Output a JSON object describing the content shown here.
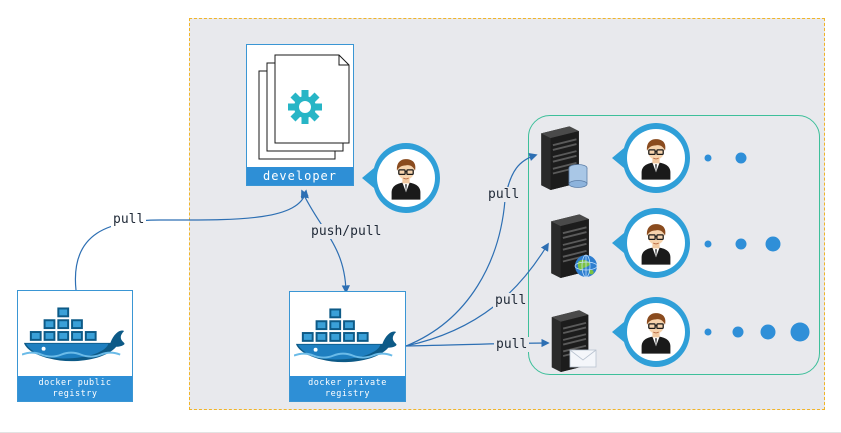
{
  "developer_box": {
    "label": "developer"
  },
  "public_registry": {
    "label_line1": "docker public",
    "label_line2": "registry"
  },
  "private_registry": {
    "label_line1": "docker private",
    "label_line2": "registry"
  },
  "edges": {
    "public_to_developer": "pull",
    "developer_private": "push/pull",
    "private_to_server1": "pull",
    "private_to_server2": "pull",
    "private_to_server3": "pull"
  },
  "colors": {
    "accent_blue": "#2e8fd6",
    "teal": "#3dbf9a",
    "dashed_border": "#f0b429",
    "zone_bg": "#e8e9ed",
    "bubble": "#2f9fd8",
    "dot": "#2f8fd8"
  },
  "icons": {
    "developer": "gear-document-icon",
    "registry": "docker-whale-icon",
    "server1": "database-server-icon",
    "server2": "web-server-icon",
    "server3": "mail-server-icon",
    "user": "user-avatar-icon"
  }
}
